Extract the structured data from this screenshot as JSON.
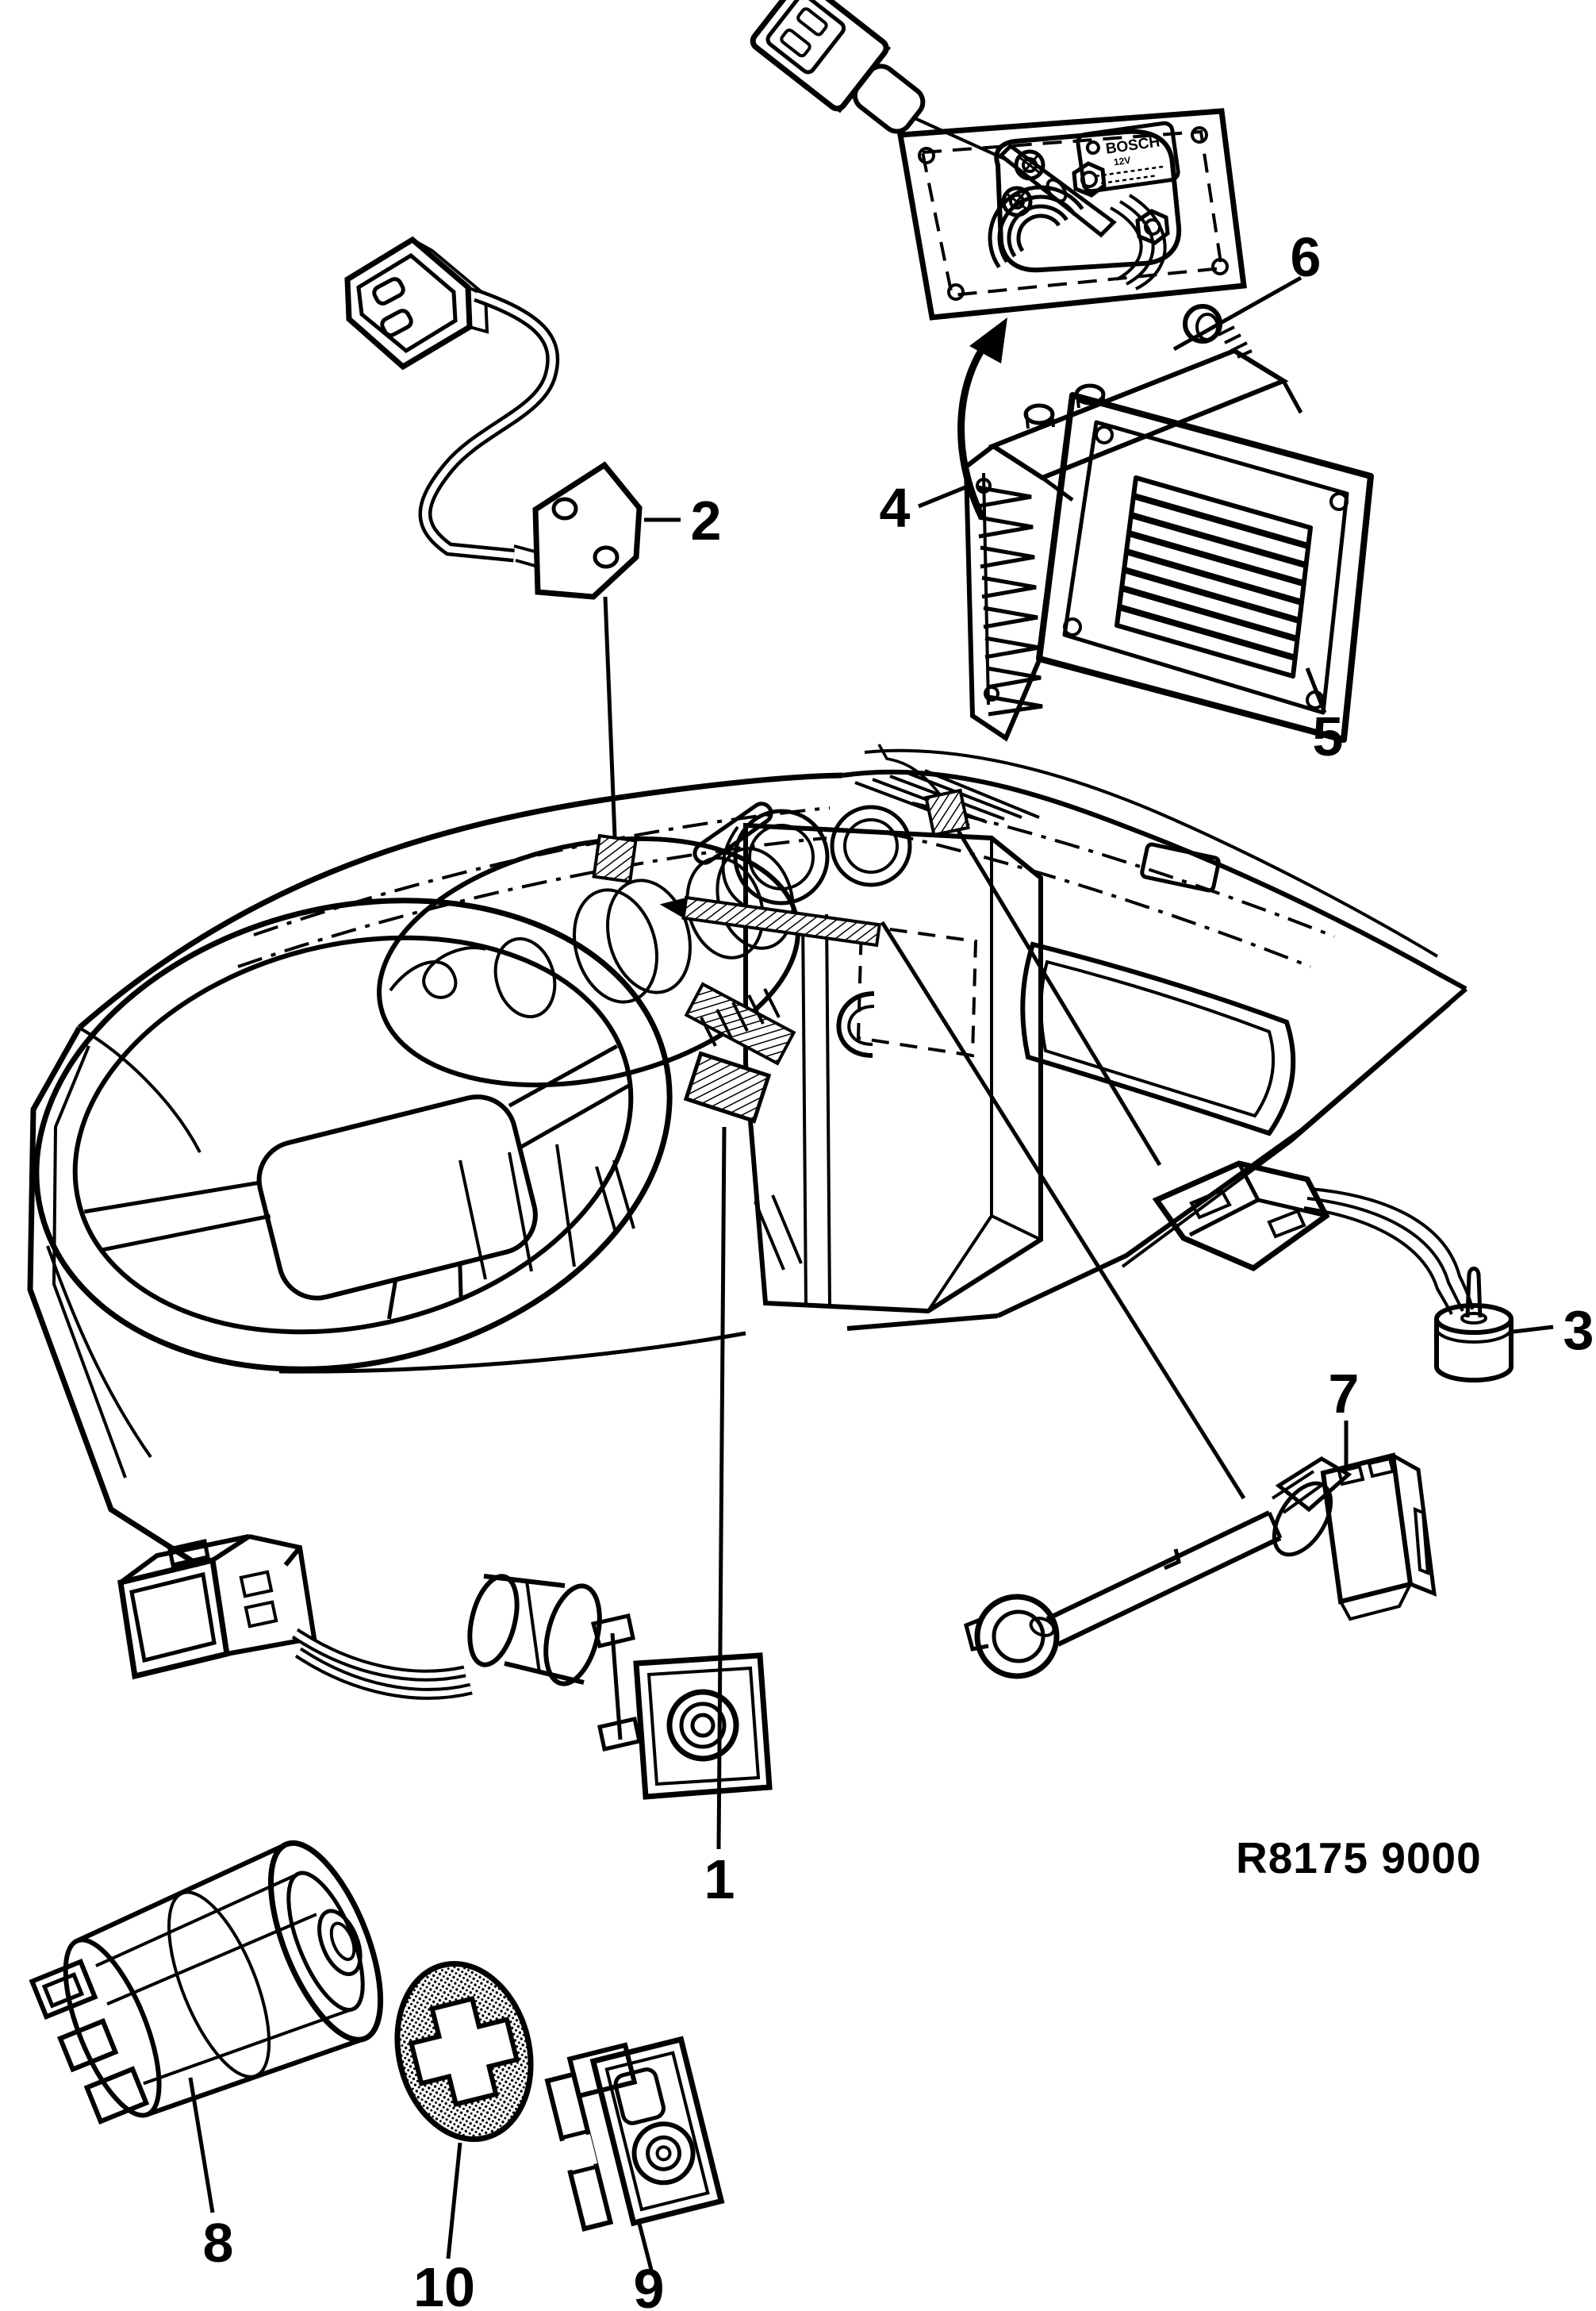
{
  "diagram": {
    "reference_code": "R8175 9000",
    "bosch_label": {
      "brand": "BOSCH",
      "voltage": "12V"
    },
    "callouts": [
      {
        "number": "1"
      },
      {
        "number": "2"
      },
      {
        "number": "3"
      },
      {
        "number": "4"
      },
      {
        "number": "5"
      },
      {
        "number": "6"
      },
      {
        "number": "7"
      },
      {
        "number": "8"
      },
      {
        "number": "9"
      },
      {
        "number": "10"
      }
    ]
  }
}
